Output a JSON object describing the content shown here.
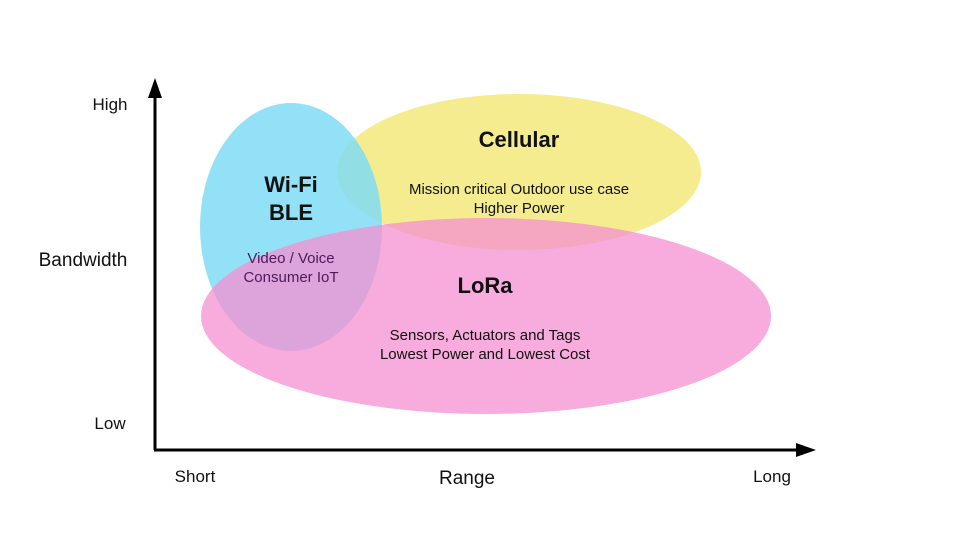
{
  "axes": {
    "y_label": "Bandwidth",
    "y_high": "High",
    "y_low": "Low",
    "x_label": "Range",
    "x_short": "Short",
    "x_long": "Long"
  },
  "regions": {
    "wifi": {
      "title_line1": "Wi-Fi",
      "title_line2": "BLE",
      "desc_line1": "Video / Voice",
      "desc_line2": "Consumer IoT",
      "color": "#8fe3f3"
    },
    "cellular": {
      "title": "Cellular",
      "desc_line1": "Mission critical Outdoor use case",
      "desc_line2": "Higher Power",
      "color": "#f4ec8e"
    },
    "lora": {
      "title": "LoRa",
      "desc_line1": "Sensors, Actuators and Tags",
      "desc_line2": "Lowest Power and Lowest Cost",
      "color": "#f5a6db"
    }
  }
}
